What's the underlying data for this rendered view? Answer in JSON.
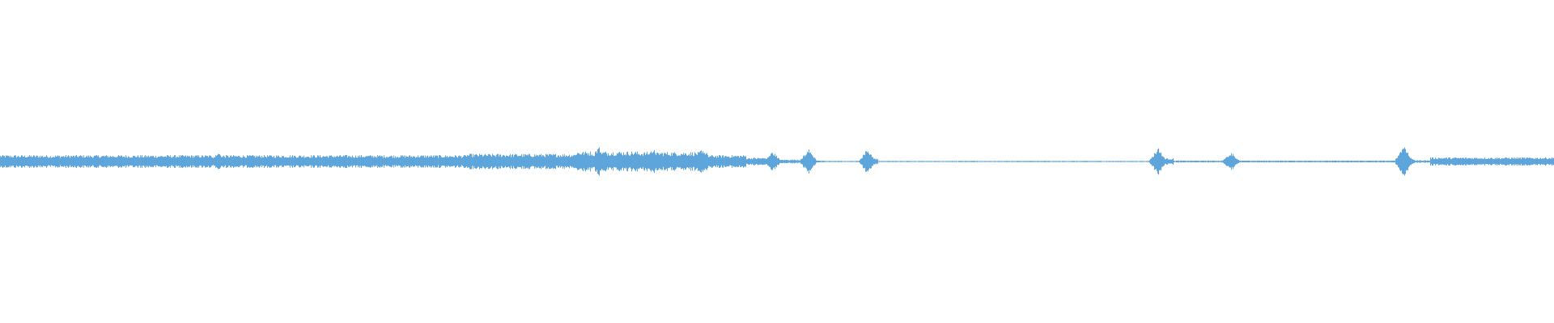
{
  "waveform": {
    "color": "#5ea5dc",
    "background": "#ffffff",
    "segments": [
      {
        "from": 0.0,
        "to": 0.3,
        "amplitude": 0.02
      },
      {
        "from": 0.3,
        "to": 0.37,
        "amplitude": 0.024
      },
      {
        "from": 0.37,
        "to": 0.41,
        "amplitude": 0.032
      },
      {
        "from": 0.41,
        "to": 0.455,
        "amplitude": 0.03
      },
      {
        "from": 0.455,
        "to": 0.48,
        "amplitude": 0.02
      },
      {
        "from": 0.48,
        "to": 0.5,
        "amplitude": 0.012
      },
      {
        "from": 0.5,
        "to": 0.52,
        "amplitude": 0.006
      },
      {
        "from": 0.52,
        "to": 0.53,
        "amplitude": 0.003
      },
      {
        "from": 0.53,
        "to": 0.555,
        "amplitude": 0.002
      },
      {
        "from": 0.555,
        "to": 0.565,
        "amplitude": 0.01
      },
      {
        "from": 0.565,
        "to": 0.74,
        "amplitude": 0.002
      },
      {
        "from": 0.74,
        "to": 0.755,
        "amplitude": 0.01
      },
      {
        "from": 0.755,
        "to": 0.9,
        "amplitude": 0.003
      },
      {
        "from": 0.9,
        "to": 0.91,
        "amplitude": 0.008
      },
      {
        "from": 0.91,
        "to": 0.92,
        "amplitude": 0.004
      },
      {
        "from": 0.92,
        "to": 1.0,
        "amplitude": 0.013
      }
    ],
    "peaks": [
      {
        "at": 0.14,
        "amplitude": 0.03
      },
      {
        "at": 0.385,
        "amplitude": 0.05
      },
      {
        "at": 0.42,
        "amplitude": 0.045
      },
      {
        "at": 0.452,
        "amplitude": 0.045
      },
      {
        "at": 0.497,
        "amplitude": 0.032
      },
      {
        "at": 0.52,
        "amplitude": 0.04
      },
      {
        "at": 0.558,
        "amplitude": 0.04
      },
      {
        "at": 0.745,
        "amplitude": 0.045
      },
      {
        "at": 0.792,
        "amplitude": 0.03
      },
      {
        "at": 0.903,
        "amplitude": 0.055
      }
    ]
  }
}
